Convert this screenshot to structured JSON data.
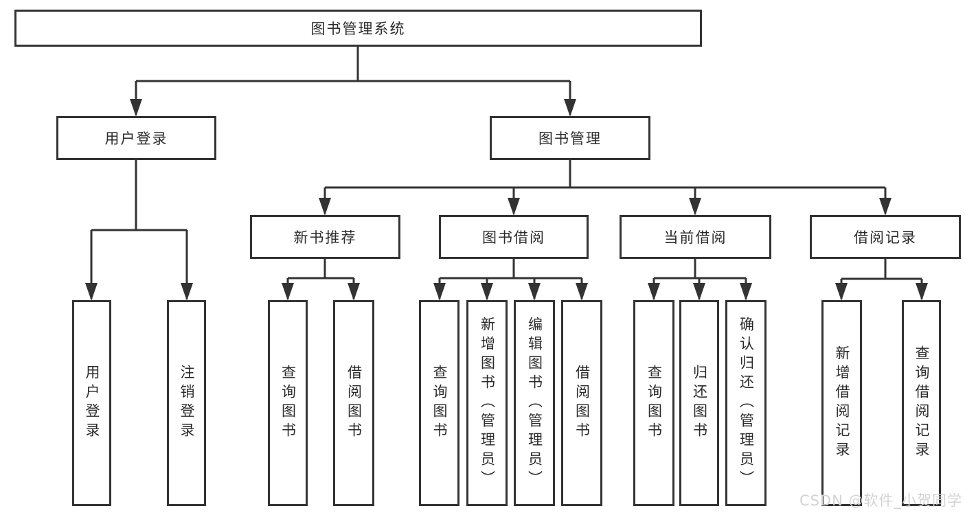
{
  "nodes": {
    "root": "图书管理系统",
    "level2": {
      "user_login": "用户登录",
      "book_mgmt": "图书管理"
    },
    "level3": {
      "new_books": "新书推荐",
      "borrow": "图书借阅",
      "current": "当前借阅",
      "records": "借阅记录"
    },
    "leaves": {
      "user_login_leaf": "用户登录",
      "logout": "注销登录",
      "query_books_1": "查询图书",
      "borrow_books_1": "借阅图书",
      "query_books_2": "查询图书",
      "add_books_admin": "新增图书（管理员）",
      "edit_books_admin": "编辑图书（管理员）",
      "borrow_books_2": "借阅图书",
      "query_books_3": "查询图书",
      "return_books": "归还图书",
      "confirm_return_admin": "确认归还（管理员）",
      "add_borrow_record": "新增借阅记录",
      "query_borrow_record": "查询借阅记录"
    }
  },
  "watermark": "CSDN @软件_小贺同学",
  "colors": {
    "line": "#333333",
    "text": "#2a2a2a",
    "bg": "#ffffff",
    "wm": "#d3d3d3"
  }
}
